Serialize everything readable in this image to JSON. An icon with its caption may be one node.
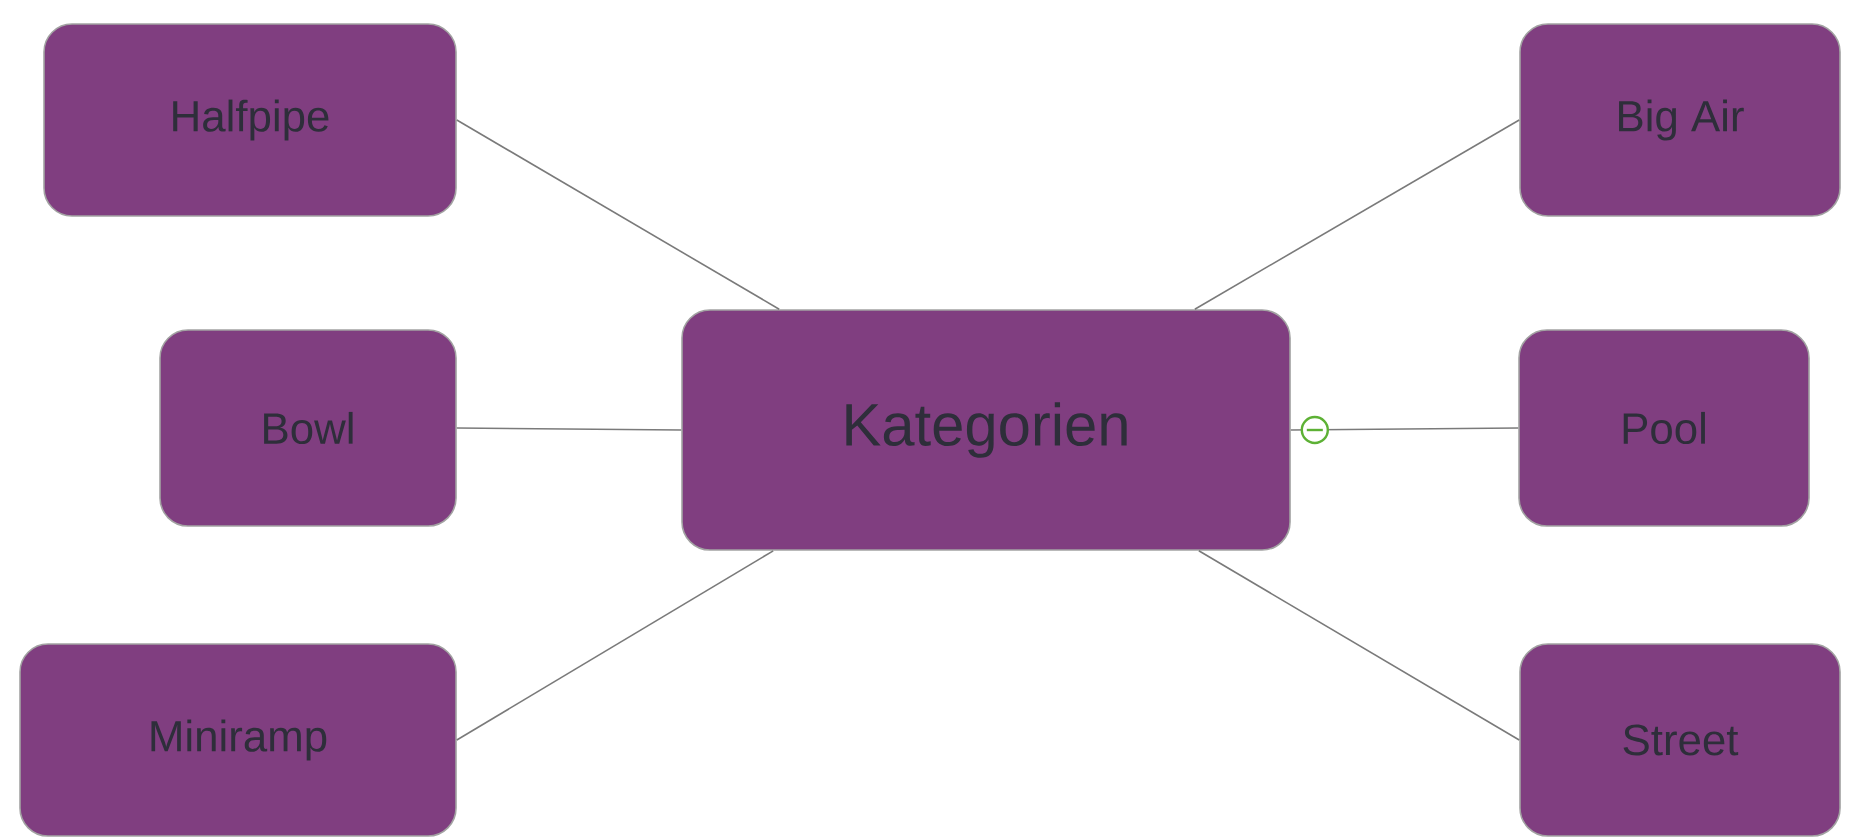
{
  "diagram": {
    "nodes": [
      {
        "text": [
          "Kategorien"
        ]
      },
      {
        "text": [
          "Halfpipe"
        ]
      },
      {
        "text": [
          "Bowl"
        ]
      },
      {
        "text": [
          "Miniramp"
        ]
      },
      {
        "text": [
          "Big Air"
        ]
      },
      {
        "text": [
          "Pool"
        ]
      },
      {
        "text": [
          "Street"
        ]
      }
    ],
    "edges": [
      {
        "from": 0,
        "to": 1,
        "arrow": "none"
      },
      {
        "from": 0,
        "to": 2,
        "arrow": "none"
      },
      {
        "from": 0,
        "to": 3,
        "arrow": "none"
      },
      {
        "from": 0,
        "to": 4,
        "arrow": "none"
      },
      {
        "from": 0,
        "to": 5,
        "arrow": "none"
      },
      {
        "from": 0,
        "to": 6,
        "arrow": "none"
      }
    ]
  }
}
